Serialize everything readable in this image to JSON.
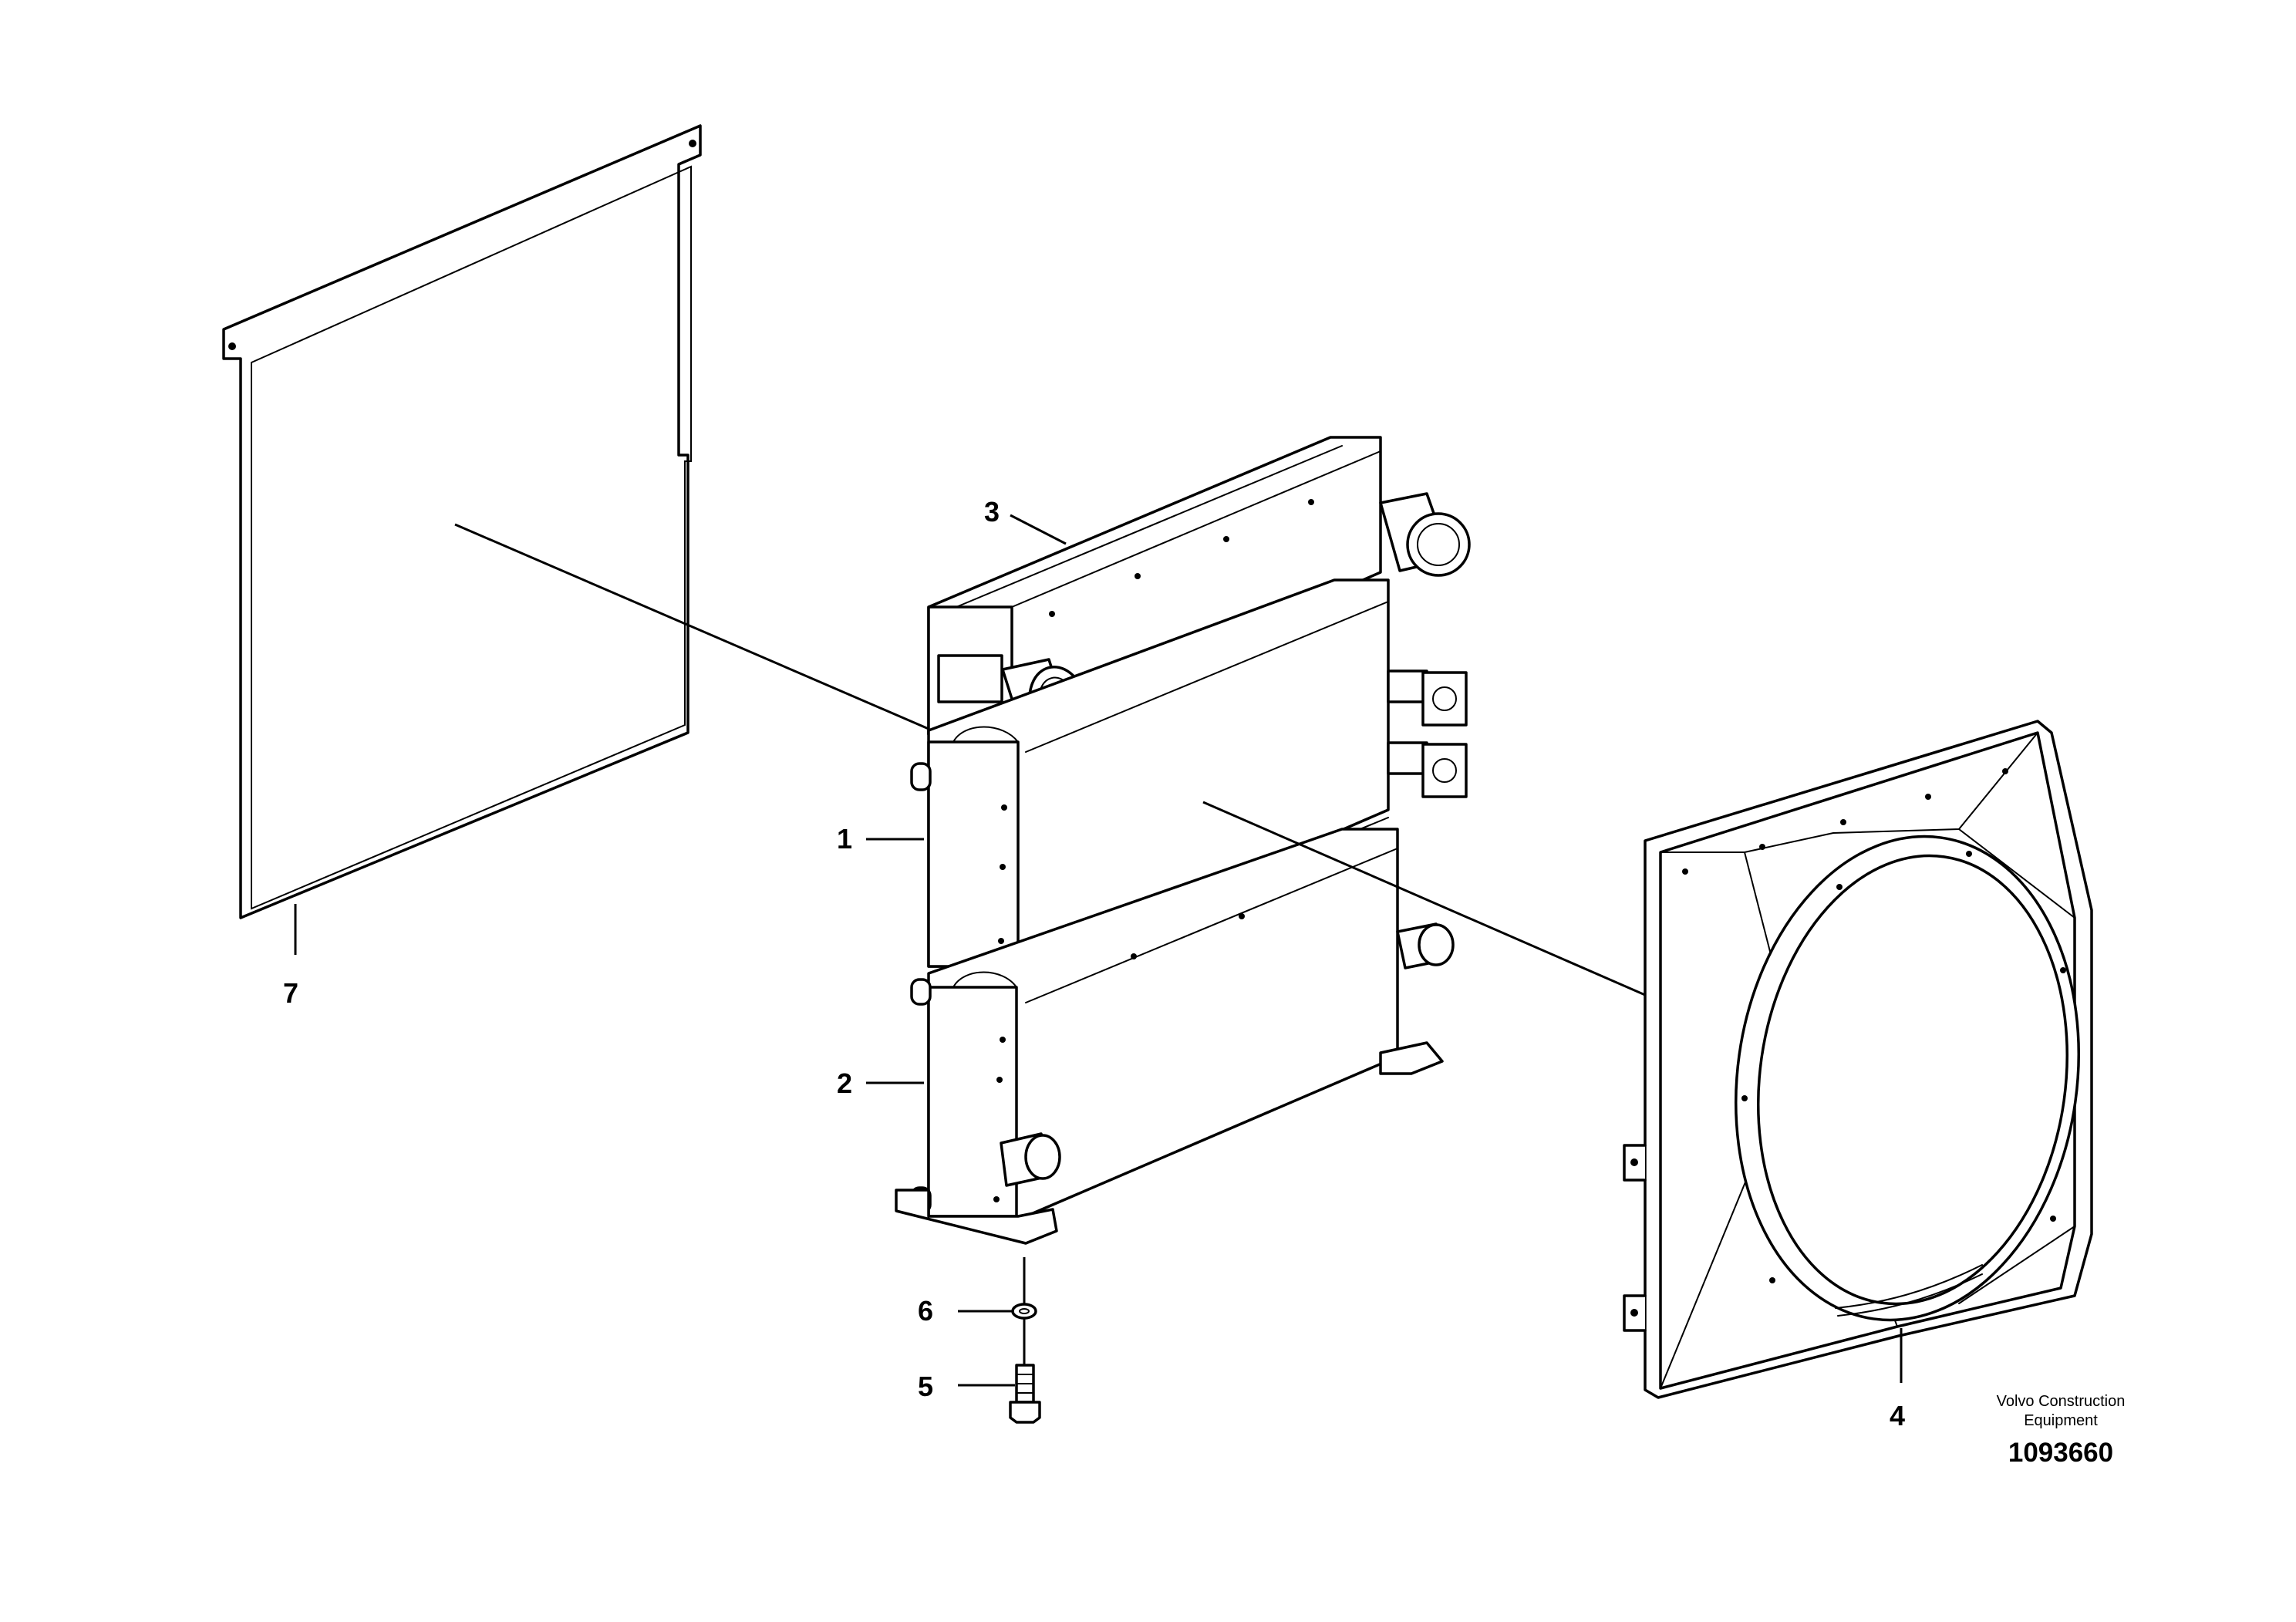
{
  "callouts": {
    "c1": "1",
    "c2": "2",
    "c3": "3",
    "c4": "4",
    "c5": "5",
    "c6": "6",
    "c7": "7"
  },
  "footer": {
    "brand_line1": "Volvo Construction",
    "brand_line2": "Equipment",
    "drawing_number": "1093660"
  }
}
